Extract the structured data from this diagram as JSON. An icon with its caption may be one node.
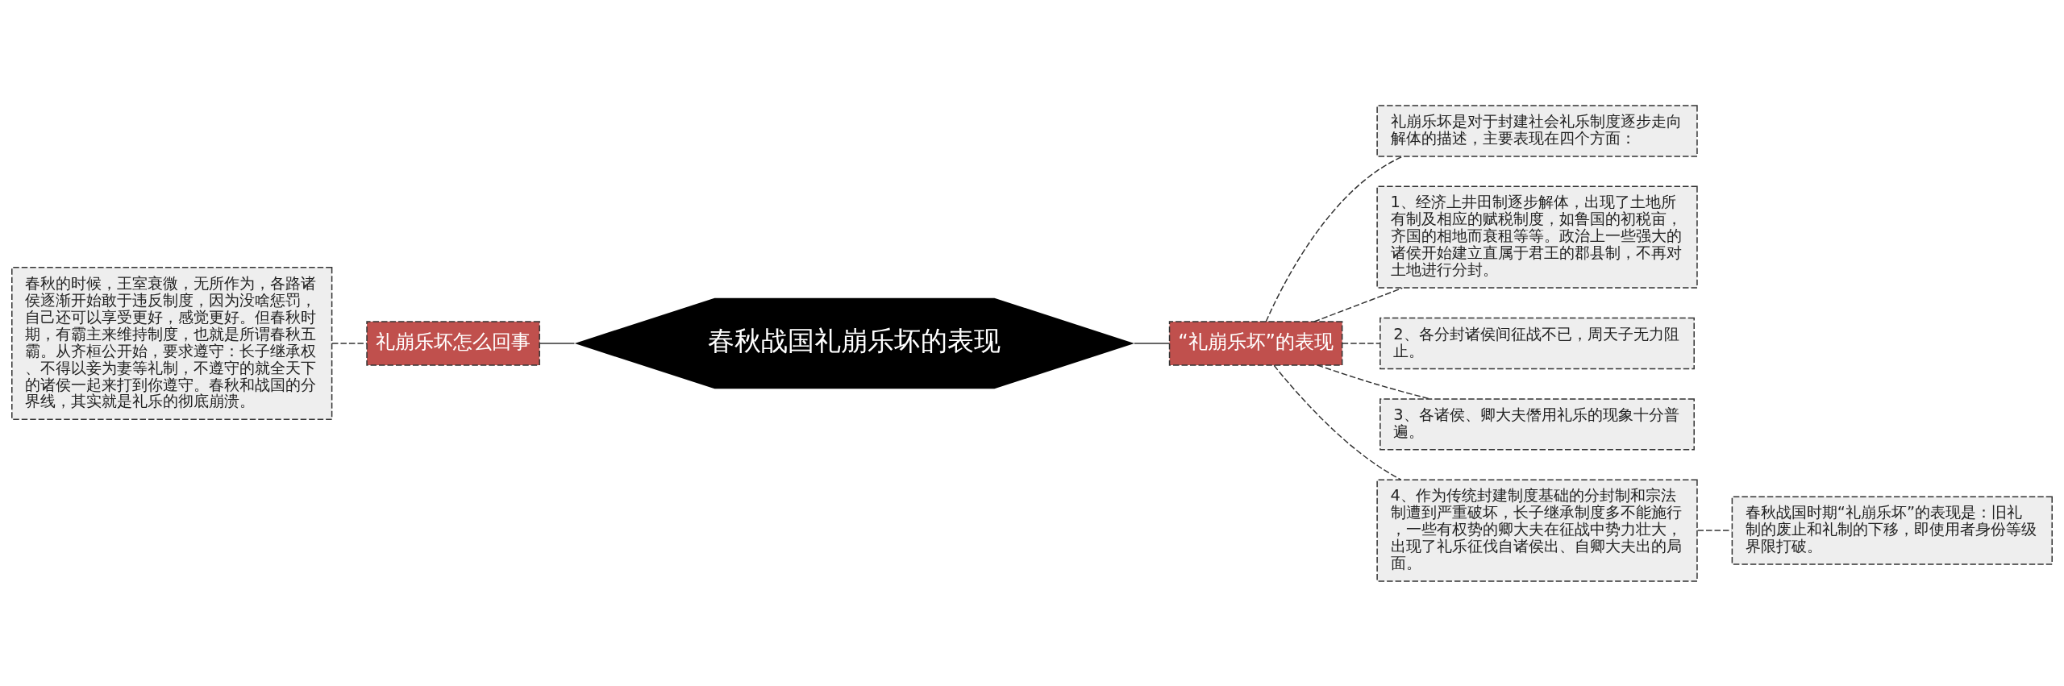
{
  "diagram": {
    "nodes": [
      {
        "text": [
          "春秋战国礼崩乐坏的表现"
        ]
      },
      {
        "text": [
          "礼崩乐坏怎么回事"
        ]
      },
      {
        "text": [
          "春秋的时候，王室衰微，无所作为，各路诸侯逐渐开始敢于违反制度，因为没啥惩罚，自己还可以享受更好，感觉更好。但春秋时期，有霸主来维持制度，也就是所谓春秋五霸。从齐桓公开始，要求遵守：长子继承权、不得以妾为妻等礼制，不遵守的就全天下的诸侯一起来打到你遵守。春秋和战国的分界线，其实就是礼乐的彻底崩溃。"
        ]
      },
      {
        "text": [
          "“礼崩乐坏”的表现"
        ]
      },
      {
        "text": [
          "礼崩乐坏是对于封建社会礼乐制度逐步走向解体的描述，主要表现在四个方面："
        ]
      },
      {
        "text": [
          "1、经济上井田制逐步解体，出现了土地所有制及相应的赋税制度，如鲁国的初税亩，齐国的相地而衰租等等。政治上一些强大的诸侯开始建立直属于君王的郡县制，不再对土地进行分封。"
        ]
      },
      {
        "text": [
          "2、各分封诸侯间征战不已，周天子无力阻止。"
        ]
      },
      {
        "text": [
          "3、各诸侯、卿大夫僭用礼乐的现象十分普遍。"
        ]
      },
      {
        "text": [
          "4、作为传统封建制度基础的分封制和宗法制遭到严重破坏，长子继承制度多不能施行，一些有权势的卿大夫在征战中势力壮大，出现了礼乐征伐自诸侯出、自卿大夫出的局面。"
        ]
      },
      {
        "text": [
          "春秋战国时期“礼崩乐坏”的表现是：旧礼制的废止和礼制的下移，即使用者身份等级界限打破。"
        ]
      }
    ],
    "edges": [
      {
        "from": 2,
        "to": 1,
        "arrow": "none",
        "style": "dashed"
      },
      {
        "from": 1,
        "to": 0,
        "arrow": "none"
      },
      {
        "from": 0,
        "to": 3,
        "arrow": "none"
      },
      {
        "from": 3,
        "to": 4,
        "arrow": "none",
        "style": "dashed"
      },
      {
        "from": 3,
        "to": 5,
        "arrow": "none",
        "style": "dashed"
      },
      {
        "from": 3,
        "to": 6,
        "arrow": "none",
        "style": "dashed"
      },
      {
        "from": 3,
        "to": 7,
        "arrow": "none",
        "style": "dashed"
      },
      {
        "from": 3,
        "to": 8,
        "arrow": "none",
        "style": "dashed"
      },
      {
        "from": 8,
        "to": 9,
        "arrow": "none",
        "style": "dashed"
      }
    ]
  }
}
